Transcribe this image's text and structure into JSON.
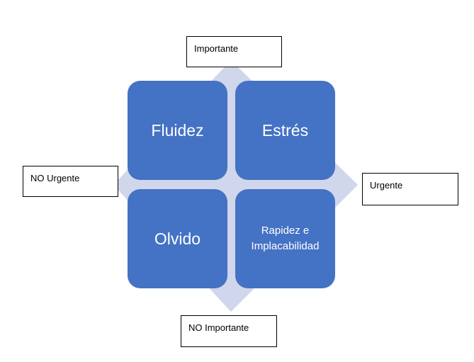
{
  "colors": {
    "quadrant_fill": "#4472C4",
    "diamond_fill": "#D0D6EB",
    "quadrant_text": "#FFFFFF",
    "label_border": "#000000"
  },
  "quadrants": {
    "top_left": "Fluidez",
    "top_right": "Estrés",
    "bottom_left": "Olvido",
    "bottom_right": "Rapidez e Implacabilidad"
  },
  "axis_labels": {
    "top": "Importante",
    "left": "NO Urgente",
    "right": "Urgente",
    "bottom": "NO Importante"
  }
}
